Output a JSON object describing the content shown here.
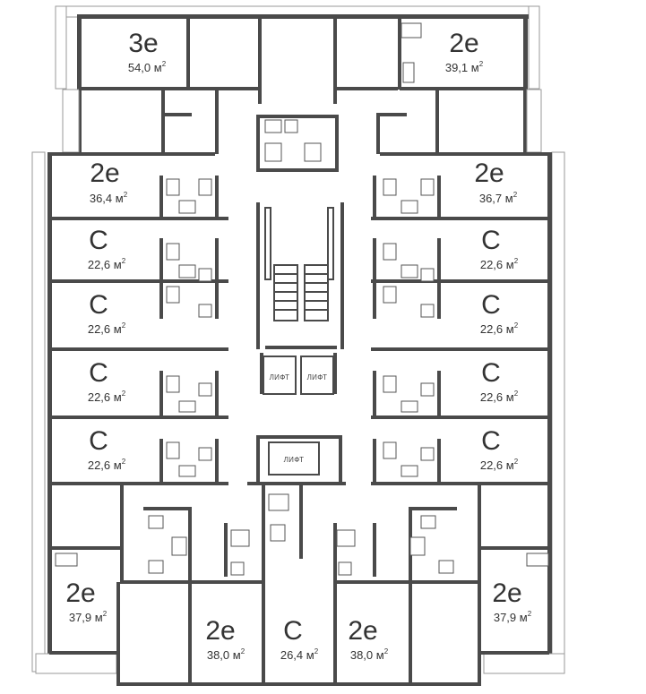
{
  "unit_suffix_sup": "2",
  "units": [
    {
      "id": "u3e-top-left",
      "type": "3е",
      "area": "54,0 м"
    },
    {
      "id": "u2e-top-right",
      "type": "2е",
      "area": "39,1 м"
    },
    {
      "id": "u2e-left-1",
      "type": "2е",
      "area": "36,4 м"
    },
    {
      "id": "u2e-right-1",
      "type": "2е",
      "area": "36,7 м"
    },
    {
      "id": "uC-left-1",
      "type": "С",
      "area": "22,6 м"
    },
    {
      "id": "uC-right-1",
      "type": "С",
      "area": "22,6 м"
    },
    {
      "id": "uC-left-2",
      "type": "С",
      "area": "22,6 м"
    },
    {
      "id": "uC-right-2",
      "type": "С",
      "area": "22,6 м"
    },
    {
      "id": "uC-left-3",
      "type": "С",
      "area": "22,6 м"
    },
    {
      "id": "uC-right-3",
      "type": "С",
      "area": "22,6 м"
    },
    {
      "id": "uC-left-4",
      "type": "С",
      "area": "22,6 м"
    },
    {
      "id": "uC-right-4",
      "type": "С",
      "area": "22,6 м"
    },
    {
      "id": "u2e-bottom-left",
      "type": "2е",
      "area": "37,9 м"
    },
    {
      "id": "u2e-bottom-right",
      "type": "2е",
      "area": "37,9 м"
    },
    {
      "id": "u2e-bottom-center-left",
      "type": "2е",
      "area": "38,0 м"
    },
    {
      "id": "uC-bottom-center",
      "type": "С",
      "area": "26,4 м"
    },
    {
      "id": "u2e-bottom-center-right",
      "type": "2е",
      "area": "38,0 м"
    }
  ],
  "lifts": [
    {
      "id": "lift-1",
      "label": "ЛИФТ"
    },
    {
      "id": "lift-2",
      "label": "ЛИФТ"
    },
    {
      "id": "lift-3",
      "label": "ЛИФТ"
    }
  ]
}
